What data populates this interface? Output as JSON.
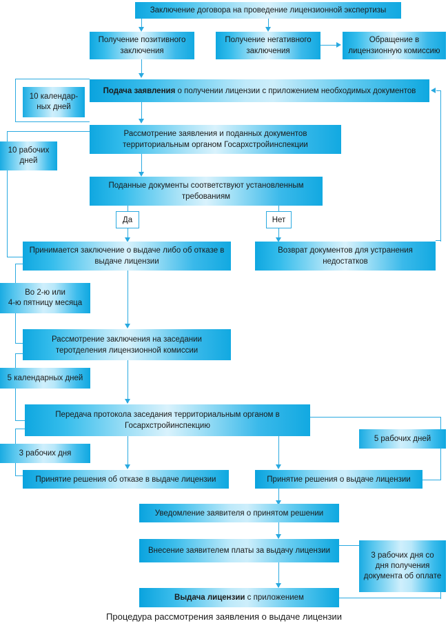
{
  "diagram": {
    "title_caption": "Процедура рассмотрения заявления о выдаче лицензии",
    "accent_color": "#29a9e0",
    "box_fill_light": "#d9f2fc",
    "box_fill_dark": "#0fa7e0",
    "nodes": {
      "contract": "Заключение договора на проведение лицензионной экспертизы",
      "positive": "Получение позитивного заключения",
      "negative": "Получение негативного заключения",
      "appeal": "Обращение в лицензионную комиссию",
      "application_bold": "Подача заявления",
      "application_rest": " о получении лицензии с приложением необходимых документов",
      "review": "Рассмотрение заявления и поданных документов территориальным органом Госархстройинспекции",
      "compliance": "Поданные документы соответствуют установленным требованиям",
      "decision_made": "Принимается заключение о выдаче либо об отказе в выдаче лицензии",
      "return_docs": "Возврат документов для устранения недостатков",
      "commission_review": "Рассмотрение заключения на заседании теротделения лицензионной комиссии",
      "protocol_transfer": "Передача протокола заседания территориальным органом в Госархстройинспекцию",
      "refusal_decision": "Принятие решения об отказе в выдаче лицензии",
      "grant_decision": "Принятие решения о выдаче лицензии",
      "notification": "Уведомление заявителя о принятом решении",
      "payment": "Внесение заявителем платы за выдачу лицензии",
      "issue_bold": "Выдача лицензии",
      "issue_rest": " с приложением"
    },
    "time_tags": {
      "t10_calendar": "10 календар- ных дней",
      "t10_calendar_l1": "10 календар-",
      "t10_calendar_l2": "ных дней",
      "t10_working_l1": "10 рабочих",
      "t10_working_l2": "дней",
      "friday_l1": "Во 2-ю или",
      "friday_l2": "4-ю пятницу месяца",
      "t5_calendar": "5 календарных дней",
      "t3_working": "3 рабочих дня",
      "t5_working": "5 рабочих дней",
      "t3_payment_l1": "3 рабочих дня со",
      "t3_payment_l2": "дня получения",
      "t3_payment_l3": "документа об оплате"
    },
    "branch_labels": {
      "yes": "Да",
      "no": "Нет"
    }
  }
}
